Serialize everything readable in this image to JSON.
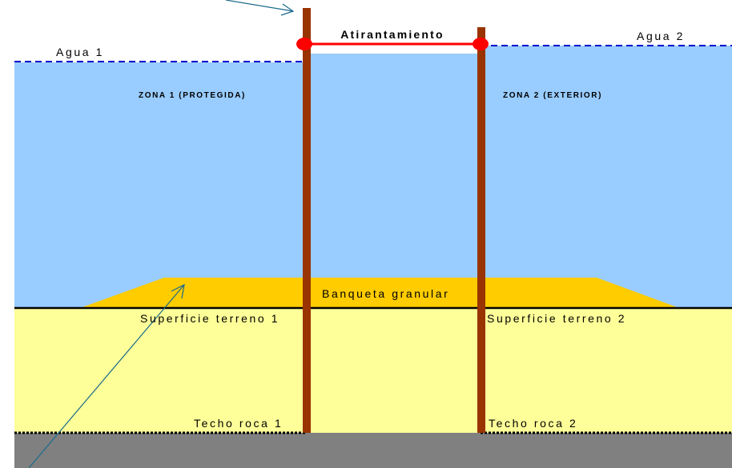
{
  "labels": {
    "tie": "Atirantamiento",
    "water_1": "Agua 1",
    "water_2": "Agua 2",
    "zone_1": "ZONA 1 (PROTEGIDA)",
    "zone_2": "ZONA 2 (EXTERIOR)",
    "berm": "Banqueta granular",
    "ground_1": "Superficie terreno 1",
    "ground_2": "Superficie terreno 2",
    "rock_1": "Techo roca 1",
    "rock_2": "Techo roca 2"
  },
  "colors": {
    "water": "#99ccff",
    "soil": "#ffff99",
    "berm": "#ffcc00",
    "rock": "#808080",
    "wall": "#993300",
    "tie": "#ff0000",
    "water_line": "#0000cc",
    "leader": "#1a6b8a"
  }
}
